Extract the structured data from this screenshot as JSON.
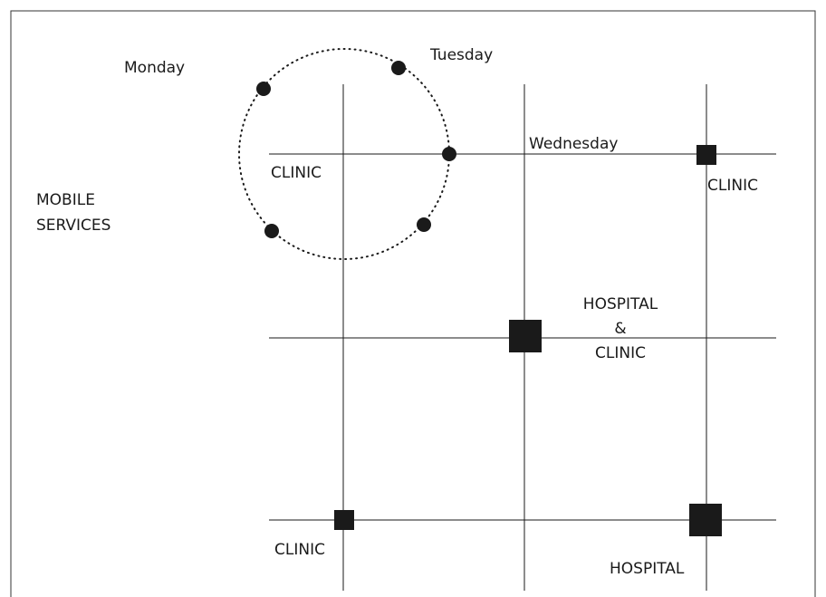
{
  "labels": {
    "monday": "Monday",
    "tuesday": "Tuesday",
    "wednesday": "Wednesday",
    "mobile_services_line1": "MOBILE",
    "mobile_services_line2": "SERVICES",
    "clinic_top_left": "CLINIC",
    "clinic_top_right": "CLINIC",
    "hospital_clinic_line1": "HOSPITAL",
    "hospital_clinic_line2": "&",
    "hospital_clinic_line3": "CLINIC",
    "clinic_bottom_left": "CLINIC",
    "hospital_bottom_right": "HOSPITAL"
  },
  "colors": {
    "ink": "#1a1a1a",
    "background": "#ffffff"
  }
}
